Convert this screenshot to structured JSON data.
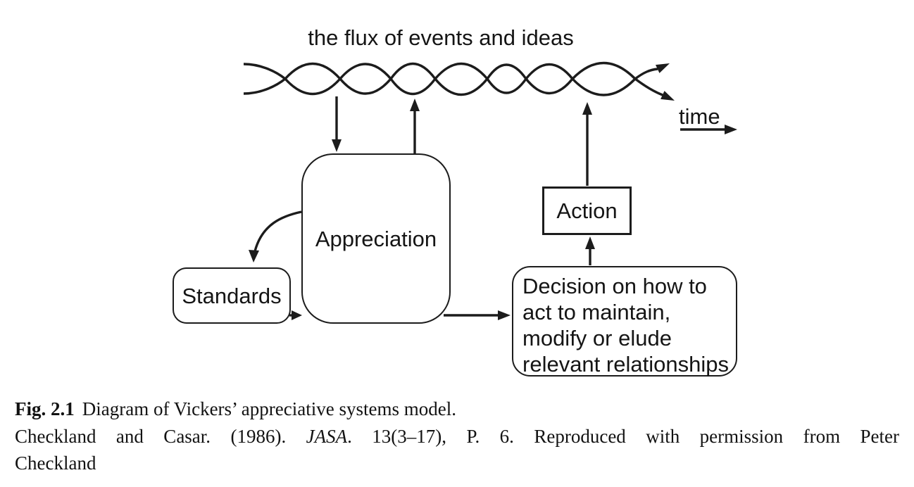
{
  "figure": {
    "flux_label": "the flux of events and ideas",
    "time_label": "time",
    "boxes": {
      "appreciation": {
        "label": "Appreciation"
      },
      "standards": {
        "label": "Standards"
      },
      "action": {
        "label": "Action"
      },
      "decision": {
        "lines": [
          "Decision on how to",
          "act to maintain,",
          "modify or elude",
          "relevant relationships"
        ]
      }
    },
    "colors": {
      "ink": "#1c1c1c",
      "background": "#ffffff"
    }
  },
  "caption": {
    "figure_label": "Fig. 2.1",
    "title": "Diagram of Vickers’ appreciative systems model.",
    "credit_pre": "Checkland and Casar. (1986). ",
    "credit_journal": "JASA",
    "credit_post": ". 13(3–17), P. 6. Reproduced with permission from Peter",
    "credit_overflow": "Checkland"
  }
}
